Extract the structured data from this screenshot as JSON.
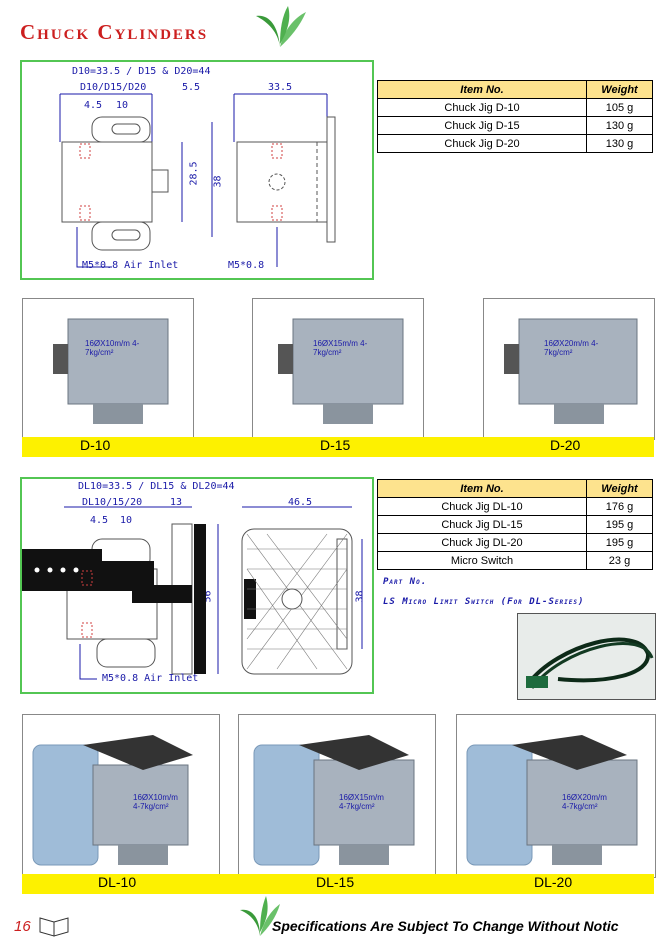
{
  "header": {
    "title": "Chuck Cylinders"
  },
  "drawing1": {
    "formula": "D10=33.5 / D15 & D20=44",
    "model_dim": "D10/D15/D20",
    "dims": [
      "4.5",
      "10",
      "5.5",
      "33.5",
      "28.5",
      "38"
    ],
    "air_inlet": "M5*0.8 Air Inlet",
    "port": "M5*0.8"
  },
  "table1": {
    "headers": [
      "Item No.",
      "Weight"
    ],
    "rows": [
      {
        "item": "Chuck Jig D-10",
        "weight": "105 g"
      },
      {
        "item": "Chuck Jig D-15",
        "weight": "130 g"
      },
      {
        "item": "Chuck Jig D-20",
        "weight": "130 g"
      }
    ]
  },
  "photos1": {
    "labels": [
      "D-10",
      "D-15",
      "D-20"
    ],
    "stickers": [
      "16ØX10m/m 4-7kg/cm²",
      "16ØX15m/m 4-7kg/cm²",
      "16ØX20m/m 4-7kg/cm²"
    ]
  },
  "drawing2": {
    "formula": "DL10=33.5 / DL15 & DL20=44",
    "model_dim": "DL10/15/20",
    "dims": [
      "4.5",
      "10",
      "13",
      "46.5",
      "56",
      "38"
    ],
    "air_inlet": "M5*0.8 Air Inlet"
  },
  "table2": {
    "headers": [
      "Item No.",
      "Weight"
    ],
    "rows": [
      {
        "item": "Chuck Jig DL-10",
        "weight": "176 g"
      },
      {
        "item": "Chuck Jig DL-15",
        "weight": "195 g"
      },
      {
        "item": "Chuck Jig DL-20",
        "weight": "195 g"
      },
      {
        "item": "Micro Switch",
        "weight": "23 g"
      }
    ]
  },
  "part_no": {
    "label": "Part No.",
    "desc": "LS Micro Limit Switch (For DL-Series)"
  },
  "photos2": {
    "labels": [
      "DL-10",
      "DL-15",
      "DL-20"
    ],
    "stickers": [
      "16ØX10m/m 4-7kg/cm²",
      "16ØX15m/m 4-7kg/cm²",
      "16ØX20m/m 4-7kg/cm²"
    ]
  },
  "footer": {
    "page_number": "16",
    "note": "Specifications Are Subject To Change Without Notic"
  },
  "colors": {
    "title": "#cc1f1f",
    "frame": "#53c653",
    "table_header": "#fde38e",
    "label_bar": "#fdf100"
  }
}
